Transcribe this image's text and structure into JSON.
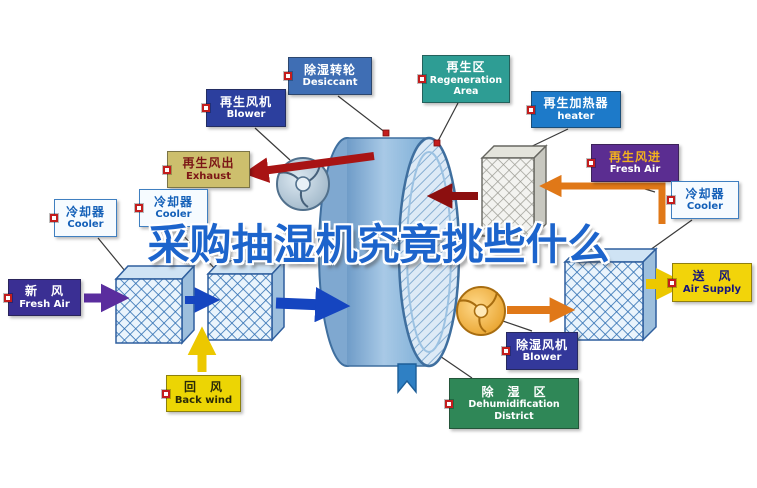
{
  "title": "采购抽湿机究竟挑些什么",
  "labels": {
    "desiccant": {
      "zh": "除湿转轮",
      "en": "Desiccant"
    },
    "regen_area": {
      "zh": "再生区",
      "en": "Regeneration Area"
    },
    "regen_blower": {
      "zh": "再生风机",
      "en": "Blower"
    },
    "regen_heater": {
      "zh": "再生加热器",
      "en": "heater"
    },
    "exhaust": {
      "zh": "再生风出",
      "en": "Exhaust"
    },
    "regen_fresh_air": {
      "zh": "再生风进",
      "en": "Fresh Air"
    },
    "cooler_left": {
      "zh": "冷却器",
      "en": "Cooler"
    },
    "cooler_mid": {
      "zh": "冷却器",
      "en": "Cooler"
    },
    "cooler_right": {
      "zh": "冷却器",
      "en": "Cooler"
    },
    "fresh_air": {
      "zh": "新　风",
      "en": "Fresh Air"
    },
    "air_supply": {
      "zh": "送　风",
      "en": "Air Supply"
    },
    "back_wind": {
      "zh": "回　风",
      "en": "Back wind"
    },
    "dehumid_blower": {
      "zh": "除湿风机",
      "en": "Blower"
    },
    "dehumid_district": {
      "zh": "除　湿　区",
      "en": "Dehumidification District"
    }
  },
  "colors": {
    "title_text": "#1c64cc",
    "label_desiccant_bg": "#3f6eb4",
    "label_regen_area_bg": "#2e9d94",
    "label_regen_blower_bg": "#2c3f9e",
    "label_heater_bg": "#1d7ac9",
    "label_exhaust_bg": "#cdbf6d",
    "label_fresh_in_bg": "#5b2d91",
    "label_cooler_text": "#1460b8",
    "label_fresh_air_bg": "#3a2f93",
    "label_air_supply_bg": "#f2d40a",
    "label_back_wind_bg": "#ecd504",
    "label_dehumid_blower_bg": "#33389a",
    "label_dehumid_district_bg": "#2f8757",
    "arrow_red": "#a81414",
    "arrow_dark_red": "#8c0f0f",
    "arrow_orange": "#e07818",
    "arrow_yellow": "#ecc800",
    "arrow_blue": "#1545c0",
    "arrow_purple": "#5a2d9e",
    "wheel_body": "#a8c9e6"
  }
}
